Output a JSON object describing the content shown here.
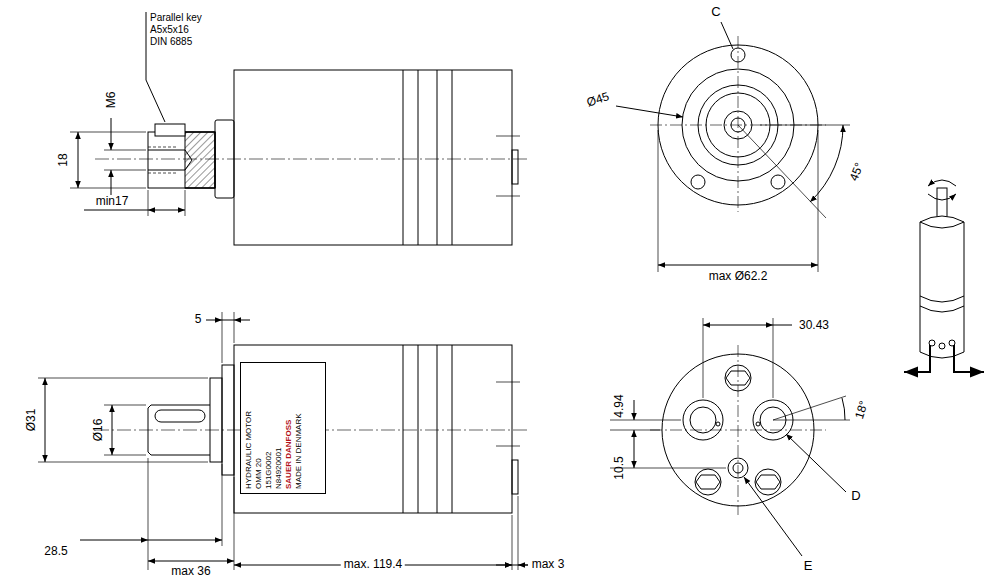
{
  "diagram": {
    "nodes": [
      {
        "text": [
          "HYDRAULIC MOTOR",
          "OMM 20",
          "151G0002",
          "N84920001",
          "SAUER DANFOSS",
          "MADE IN DENMARK"
        ]
      }
    ],
    "labels": [
      "Parallel key",
      "A5x5x16",
      "DIN 6885",
      "M6",
      "18",
      "min17",
      "C",
      "Ø45",
      "45°",
      "max Ø62.2",
      "5",
      "Ø31",
      "Ø16",
      "28.5",
      "max 36",
      "max. 119.4",
      "max 3",
      "30.43",
      "4.94",
      "18°",
      "10.5",
      "D",
      "E"
    ]
  }
}
